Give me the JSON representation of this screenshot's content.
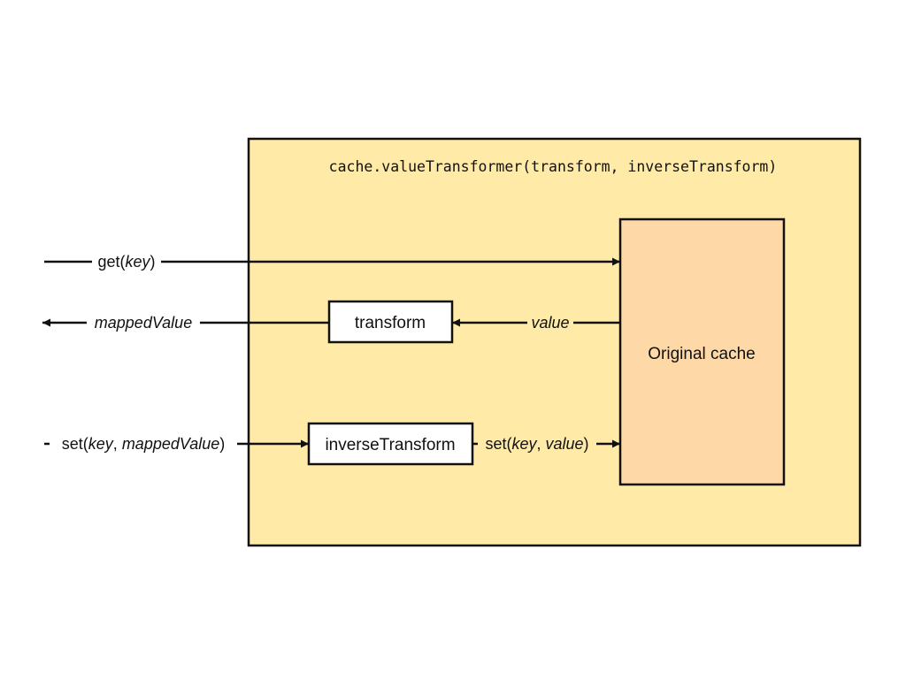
{
  "colors": {
    "outer_fill": "#ffeaa8",
    "cache_fill": "#fed8a6",
    "box_fill": "#ffffff",
    "stroke": "#111111"
  },
  "outer": {
    "title": "cache.valueTransformer(transform, inverseTransform)"
  },
  "nodes": {
    "original_cache": "Original cache",
    "transform": "transform",
    "inverse_transform": "inverseTransform"
  },
  "edges": {
    "get": {
      "prefix": "get(",
      "arg1": "key",
      "suffix": ")"
    },
    "mapped_value": {
      "label": "mappedValue"
    },
    "value": {
      "label": "value"
    },
    "set_outer": {
      "prefix": "set(",
      "arg1": "key",
      "sep": ", ",
      "arg2": "mappedValue",
      "suffix": ")"
    },
    "set_inner": {
      "prefix": "set(",
      "arg1": "key",
      "sep": ", ",
      "arg2": "value",
      "suffix": ")"
    }
  }
}
